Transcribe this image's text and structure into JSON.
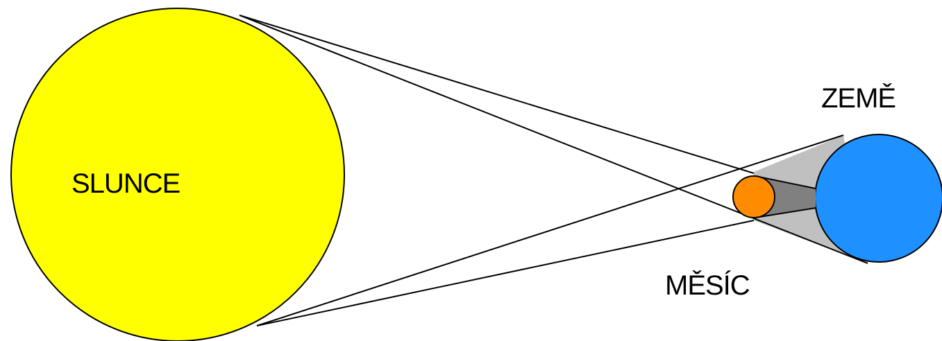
{
  "diagram": {
    "labels": {
      "sun": "SLUNCE",
      "earth": "ZEMĚ",
      "moon": "MĚSÍC"
    },
    "colors": {
      "sun": "#ffff00",
      "earth": "#1e90ff",
      "moon": "#ff8c00",
      "penumbra": "#c0c0c0",
      "umbra": "#808080",
      "lines": "#000000",
      "background": "#ffffff"
    }
  }
}
